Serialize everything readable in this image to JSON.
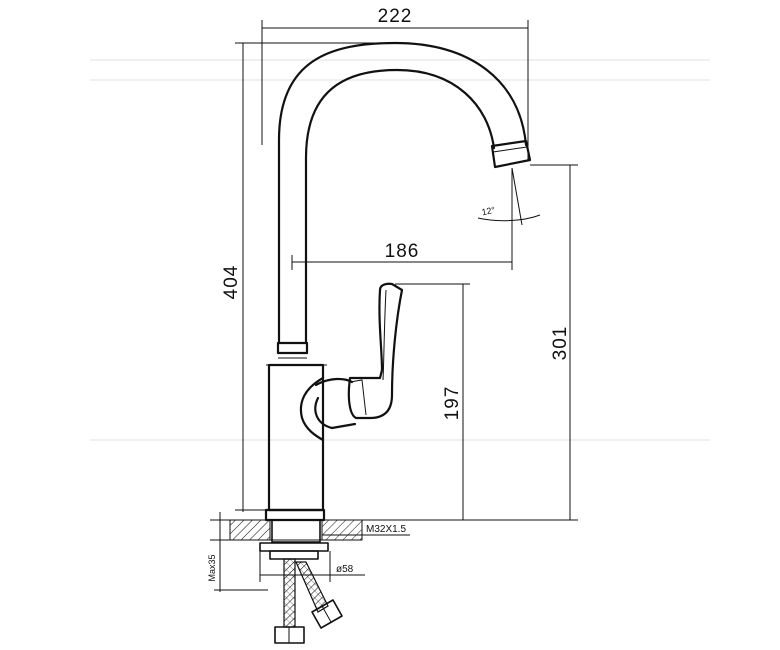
{
  "drawing": {
    "dimensions": {
      "total_reach": "222",
      "spout_reach": "186",
      "total_height": "404",
      "spout_height": "301",
      "handle_height": "197",
      "spout_angle": "12°",
      "thread": "M32X1.5",
      "base_diameter": "ø58",
      "max_counter_thickness": "Max35"
    }
  }
}
